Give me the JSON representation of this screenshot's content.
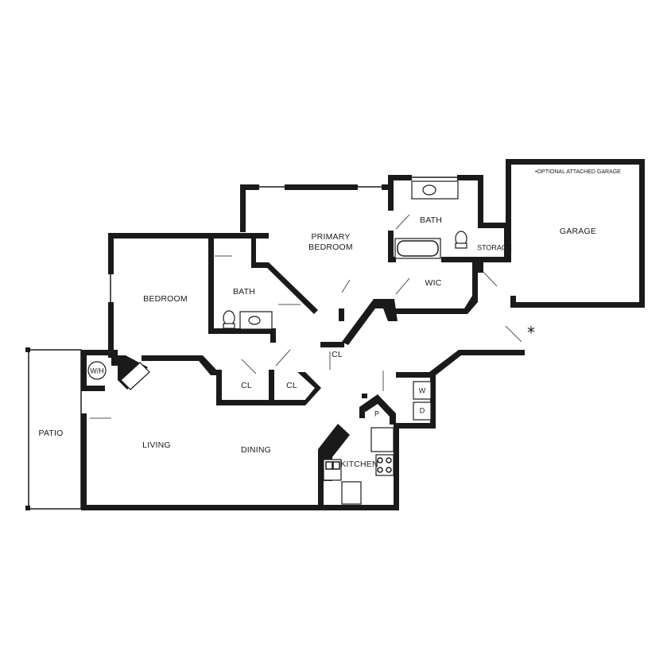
{
  "rooms": {
    "primary_bedroom_line1": "PRIMARY",
    "primary_bedroom_line2": "BEDROOM",
    "bath_primary": "BATH",
    "bath_secondary": "BATH",
    "bedroom": "BEDROOM",
    "wic": "WIC",
    "storage": "STORAGE",
    "garage": "GARAGE",
    "garage_note": "•OPTIONAL ATTACHED GARAGE",
    "closet_hall": "CL",
    "closet_left": "CL",
    "closet_right": "CL",
    "water_heater": "W/H",
    "patio": "PATIO",
    "living": "LIVING",
    "dining": "DINING",
    "kitchen": "KITCHEN",
    "pantry": "P",
    "washer": "W",
    "dryer": "D",
    "asterisk": "*"
  }
}
